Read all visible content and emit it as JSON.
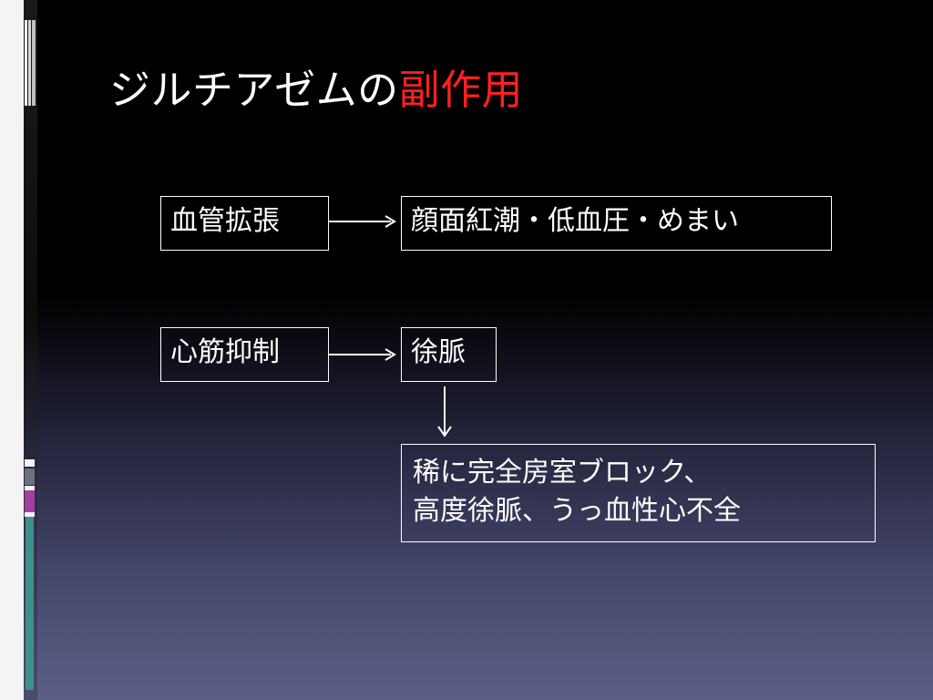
{
  "slide": {
    "title_main": "ジルチアゼムの",
    "title_accent": "副作用",
    "colors": {
      "title_accent": "#ff2020",
      "text": "#ffffff",
      "background_top": "#000000",
      "background_bottom": "#5c5f86"
    }
  },
  "flow": {
    "vasodilation": "血管拡張",
    "vasodilation_effects": "顔面紅潮・低血圧・めまい",
    "myocardial_suppression": "心筋抑制",
    "bradycardia": "徐脈",
    "rare_effects_line1": "稀に完全房室ブロック、",
    "rare_effects_line2": "高度徐脈、うっ血性心不全"
  }
}
